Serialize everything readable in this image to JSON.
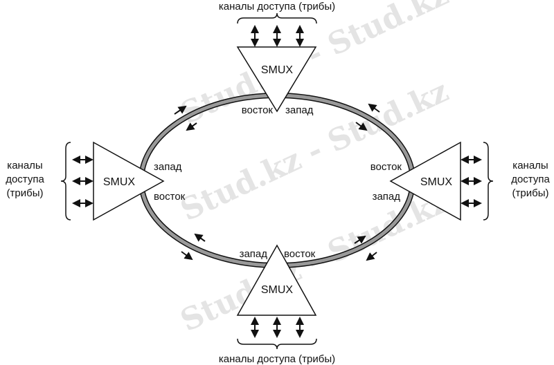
{
  "watermark": "Stud.kz - Stud.kz",
  "nodes": {
    "top": {
      "label": "SMUX",
      "left_port": "восток",
      "right_port": "запад",
      "channels": "каналы доступа (трибы)"
    },
    "bottom": {
      "label": "SMUX",
      "left_port": "запад",
      "right_port": "восток",
      "channels": "каналы доступа (трибы)"
    },
    "left": {
      "label": "SMUX",
      "upper_port": "запад",
      "lower_port": "восток",
      "channels_1": "каналы",
      "channels_2": "доступа",
      "channels_3": "(трибы)"
    },
    "right": {
      "label": "SMUX",
      "upper_port": "восток",
      "lower_port": "запад",
      "channels_1": "каналы",
      "channels_2": "доступа",
      "channels_3": "(трибы)"
    }
  }
}
